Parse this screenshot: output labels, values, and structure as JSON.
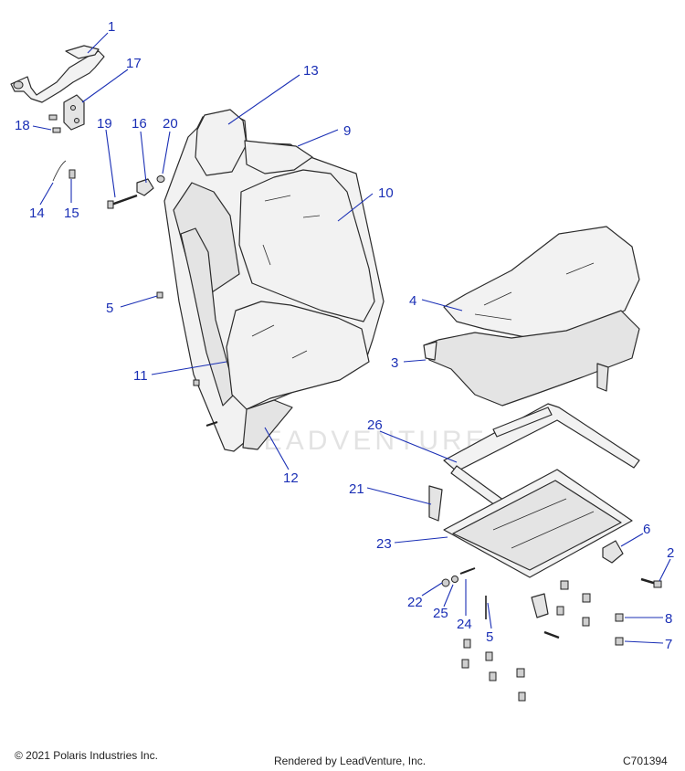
{
  "watermark": "LEADVENTURE",
  "callouts": [
    {
      "id": "c1",
      "label": "1"
    },
    {
      "id": "c17",
      "label": "17"
    },
    {
      "id": "c18",
      "label": "18"
    },
    {
      "id": "c19",
      "label": "19"
    },
    {
      "id": "c16",
      "label": "16"
    },
    {
      "id": "c20",
      "label": "20"
    },
    {
      "id": "c14",
      "label": "14"
    },
    {
      "id": "c15",
      "label": "15"
    },
    {
      "id": "c13",
      "label": "13"
    },
    {
      "id": "c9",
      "label": "9"
    },
    {
      "id": "c10",
      "label": "10"
    },
    {
      "id": "c5a",
      "label": "5"
    },
    {
      "id": "c4",
      "label": "4"
    },
    {
      "id": "c3",
      "label": "3"
    },
    {
      "id": "c11",
      "label": "11"
    },
    {
      "id": "c26",
      "label": "26"
    },
    {
      "id": "c12",
      "label": "12"
    },
    {
      "id": "c21",
      "label": "21"
    },
    {
      "id": "c23",
      "label": "23"
    },
    {
      "id": "c6",
      "label": "6"
    },
    {
      "id": "c2",
      "label": "2"
    },
    {
      "id": "c22",
      "label": "22"
    },
    {
      "id": "c25",
      "label": "25"
    },
    {
      "id": "c24",
      "label": "24"
    },
    {
      "id": "c5b",
      "label": "5"
    },
    {
      "id": "c8",
      "label": "8"
    },
    {
      "id": "c7",
      "label": "7"
    }
  ],
  "footer": {
    "copyright": "© 2021 Polaris Industries Inc.",
    "rendered_by": "Rendered by LeadVenture, Inc.",
    "diagram_code": "C701394"
  }
}
